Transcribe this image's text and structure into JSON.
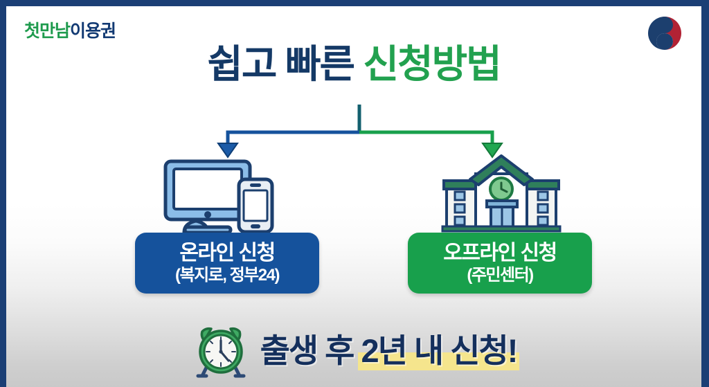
{
  "poster": {
    "frame_color": "#1b3f75",
    "background": "white-to-gray-gradient"
  },
  "brand": {
    "name_green": "첫만남",
    "name_navy": "이용권",
    "full": "첫만남이용권"
  },
  "emblem": {
    "name": "korean-government-taegeuk-emblem",
    "color_red": "#b22234",
    "color_navy": "#1c3f6e"
  },
  "headline": {
    "part_navy": "쉽고 빠른",
    "part_green": "신청방법",
    "full": "쉽고 빠른 신청방법",
    "color_navy": "#143966",
    "color_green": "#22a14f"
  },
  "connector": {
    "left_branch_color": "#15529c",
    "right_branch_color": "#18a04c",
    "stem_color": "#14606f"
  },
  "channels": [
    {
      "id": "online",
      "icon": "desktop-monitor-and-smartphone-icon",
      "title": "온라인 신청",
      "subtitle": "(복지로, 정부24)",
      "color": "#15529c"
    },
    {
      "id": "offline",
      "icon": "community-center-building-icon",
      "title": "오프라인 신청",
      "subtitle": "(주민센터)",
      "color": "#18a04c"
    }
  ],
  "footer": {
    "icon": "alarm-clock-icon",
    "text_plain": "출생 후 ",
    "text_highlight": "2년 내 신청!",
    "full": "출생 후 2년 내 신청!",
    "highlight_color": "#f5e58d",
    "text_color": "#142f5c"
  }
}
